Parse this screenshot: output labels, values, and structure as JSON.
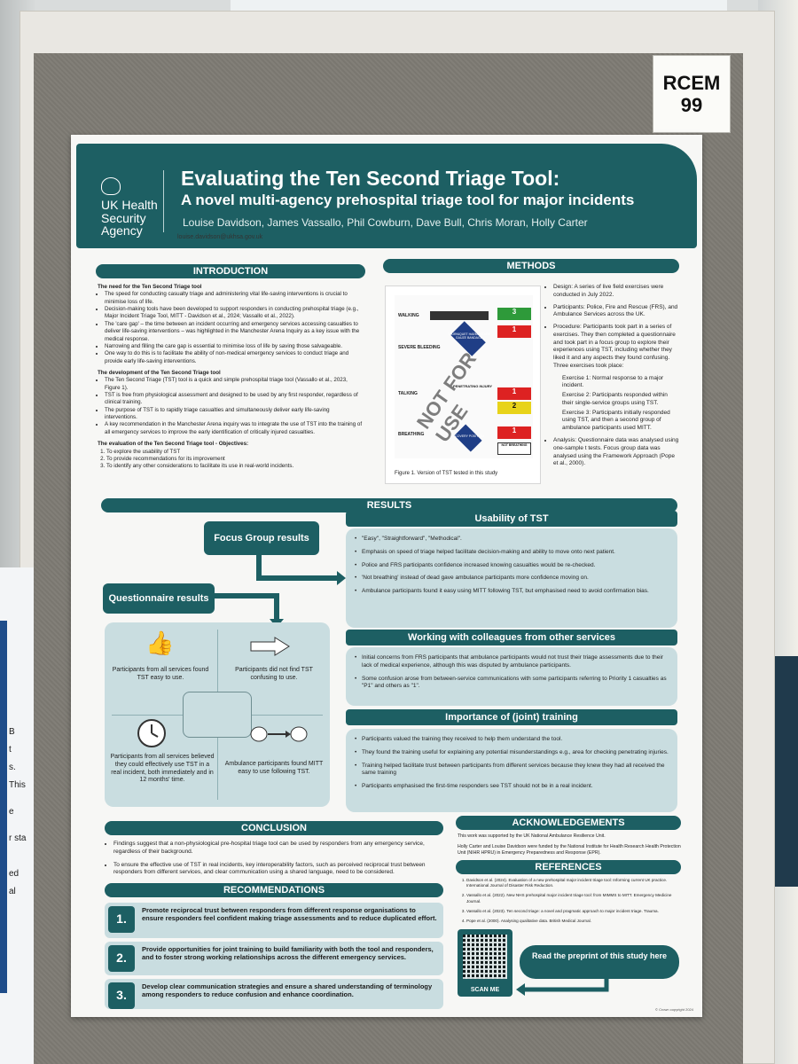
{
  "booth_tag": {
    "line1": "RCEM",
    "line2": "99"
  },
  "header": {
    "org": [
      "UK Health",
      "Security",
      "Agency"
    ],
    "title": "Evaluating the Ten Second Triage Tool:",
    "subtitle": "A novel multi-agency prehospital triage tool for major incidents",
    "authors": "Louise Davidson, James Vassallo, Phil Cowburn, Dave Bull, Chris Moran, Holly Carter",
    "email": "louise.davidson@ukhsa.gov.uk"
  },
  "introduction": {
    "heading": "INTRODUCTION",
    "sub1": "The need for the Ten Second Triage tool",
    "items1": [
      "The speed for conducting casualty triage and administering vital life-saving interventions is crucial to minimise loss of life.",
      "Decision-making tools have been developed to support responders in conducting prehospital triage (e.g., Major Incident Triage Tool, MITT - Davidson et al., 2024; Vassallo et al., 2022).",
      "The 'care gap' – the time between an incident occurring and emergency services accessing casualties to deliver life-saving interventions – was highlighted in the Manchester Arena Inquiry as a key issue with the medical response.",
      "Narrowing and filling the care gap is essential to minimise loss of life by saving those salvageable.",
      "One way to do this is to facilitate the ability of non-medical emergency services to conduct triage and provide early life-saving interventions."
    ],
    "sub2": "The development of the Ten Second Triage tool",
    "items2": [
      "The Ten Second Triage (TST) tool is a quick and simple prehospital triage tool (Vassallo et al., 2023, Figure 1).",
      "TST is free from physiological assessment and designed to be used by any first responder, regardless of clinical training.",
      "The purpose of TST is to rapidly triage casualties and simultaneously deliver early life-saving interventions.",
      "A key recommendation in the Manchester Arena inquiry was to integrate the use of TST into the training of all emergency services to improve the early identification of critically injured casualties."
    ],
    "sub3": "The evaluation of the Ten Second Triage tool - Objectives:",
    "items3": [
      "To explore the usability of TST",
      "To provide recommendations for its improvement",
      "To identify any other considerations to facilitate its use in real-world incidents."
    ]
  },
  "methods": {
    "heading": "METHODS",
    "figure_caption": "Figure 1. Version of TST tested in this study",
    "watermark": "NOT FOR USE",
    "figure_rows": [
      "WALKING",
      "SEVERE BLEEDING",
      "TALKING",
      "BREATHING"
    ],
    "figure_badges": [
      "3",
      "1",
      "1",
      "2",
      "1"
    ],
    "figure_tags": [
      "TOURNIQUET HAEMOSTATIC GAUZE BANDAGE",
      "PENETRATING INJURY",
      "RECOVERY POSITION",
      "NOT BREATHING"
    ],
    "design": "Design: A series of live field exercises were conducted in July 2022.",
    "participants": "Participants: Police, Fire and Rescue (FRS), and Ambulance Services across the UK.",
    "procedure": "Procedure: Participants took part in a series of exercises. They then completed a questionnaire and took part in a focus group to explore their experiences using TST, including whether they liked it and any aspects they found confusing. Three exercises took place:",
    "exercises": [
      "Exercise 1: Normal response to a major incident.",
      "Exercise 2: Participants responded within their single-service groups using TST.",
      "Exercise 3: Participants initially responded using TST, and then a second group of ambulance participants used MITT."
    ],
    "analysis": "Analysis: Questionnaire data was analysed using one-sample t tests. Focus group data was analysed using the Framework Approach (Pope et al., 2000)."
  },
  "results": {
    "heading": "RESULTS",
    "focus_group_label": "Focus Group results",
    "questionnaire_label": "Questionnaire results",
    "questionnaire": [
      "Participants from all services found TST easy to use.",
      "Participants did not find TST confusing to use.",
      "Participants from all services believed they could effectively use TST in a real incident, both immediately and in 12 months' time.",
      "Ambulance participants found MITT easy to use following TST."
    ],
    "usability": {
      "heading": "Usability of TST",
      "items": [
        "\"Easy\", \"Straightforward\", \"Methodical\".",
        "Emphasis on speed of triage helped facilitate decision-making and ability to move onto next patient.",
        "Police and FRS participants confidence increased knowing casualties would be re-checked.",
        "'Not breathing' instead of dead gave ambulance participants more confidence moving on.",
        "Ambulance participants found it easy using MITT following TST, but emphasised need to avoid confirmation bias."
      ]
    },
    "colleagues": {
      "heading": "Working with colleagues from other services",
      "items": [
        "Initial concerns from FRS participants that ambulance participants would not trust their triage assessments due to their lack of medical experience, although this was disputed by ambulance participants.",
        "Some confusion arose from between-service communications with some participants referring to Priority 1 casualties as \"P1\" and others as \"1\"."
      ]
    },
    "training": {
      "heading": "Importance of (joint) training",
      "items": [
        "Participants valued the training they received to help them understand the tool.",
        "They found the training useful for explaining any potential misunderstandings e.g., area for checking penetrating injuries.",
        "Training helped facilitate trust between participants from different services because they knew they had all received the same training",
        "Participants emphasised the first-time responders see TST should not be in a real incident."
      ]
    }
  },
  "conclusion": {
    "heading": "CONCLUSION",
    "items": [
      "Findings suggest that a non-physiological pre-hospital triage tool can be used by responders from any emergency service, regardless of their background.",
      "To ensure the effective use of TST in real incidents, key interoperability factors, such as perceived reciprocal trust between responders from different services, and clear communication using a shared language, need to be considered."
    ]
  },
  "recommendations": {
    "heading": "RECOMMENDATIONS",
    "items": [
      {
        "num": "1.",
        "text": "Promote reciprocal trust between responders from different response organisations to ensure responders feel confident making triage assessments and to reduce duplicated effort."
      },
      {
        "num": "2.",
        "text": "Provide opportunities for joint training to build familiarity with both the tool and responders, and to foster strong working relationships across the different emergency services."
      },
      {
        "num": "3.",
        "text": "Develop clear communication strategies and ensure a shared understanding of terminology among responders to reduce confusion and enhance coordination."
      }
    ]
  },
  "acknowledgements": {
    "heading": "ACKNOWLEDGEMENTS",
    "p1": "This work was supported by the UK National Ambulance Resilience Unit.",
    "p2": "Holly Carter and Louise Davidson were funded by the National Institute for Health Research Health Protection Unit (NIHR HPRU) in Emergency Preparedness and Response (EPR)."
  },
  "references": {
    "heading": "REFERENCES",
    "items": [
      "Davidson et al. (2024). Evaluation of a new prehospital major incident triage tool: Informing current UK practice. International Journal of Disaster Risk Reduction.",
      "Vassallo et al. (2022). New NHS prehospital major incident triage tool: from MIMMS to MITT. Emergency Medicine Journal.",
      "Vassallo et al. (2023). Ten second triage: a novel and pragmatic approach to major incident triage. Trauma.",
      "Pope et al. (2000). Analysing qualitative data. British Medical Journal."
    ]
  },
  "qr": {
    "label": "SCAN ME"
  },
  "preprint": "Read the preprint of this study here",
  "copyright": "© Crown copyright 2024",
  "side_poster_chars": [
    "B",
    "t",
    "s.",
    "This",
    "e",
    "r sta",
    "ed",
    "al"
  ],
  "colors": {
    "teal": "#1d5f63",
    "light_teal": "#c9dde0",
    "board": "#7e7b74"
  }
}
